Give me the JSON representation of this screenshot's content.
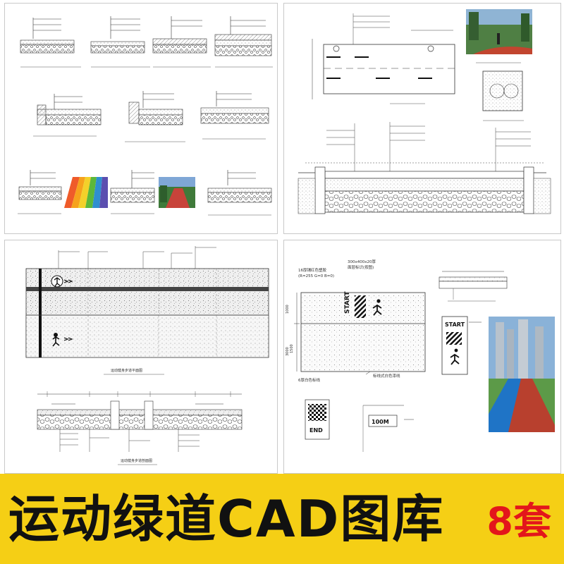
{
  "banner": {
    "title": "运动绿道CAD图库",
    "badge": "8套",
    "background": "#f5cf15",
    "badge_color": "#e3161b"
  },
  "panel3": {
    "plan_caption": "运动健身步道平面图",
    "section_caption": "运动健身步道剖面图"
  },
  "panel4": {
    "note_color": "16厚铺红色塑胶",
    "note_spec": "(R=255 G=0 B=0)",
    "note_size": "300x400x20厚",
    "note_mark": "面层标识(按图)",
    "note_paint": "6厚白色标线",
    "note_paint2": "标线式白色漆线",
    "start_label": "START",
    "end_label": "END",
    "distance_label": "100M",
    "dim_1000": "1000",
    "dim_3000": "3000",
    "dim_1500": "1500"
  },
  "icons": {
    "runner": "runner-icon",
    "checker": "checker-flag-icon",
    "hatch": "hatch-stripe-icon"
  }
}
